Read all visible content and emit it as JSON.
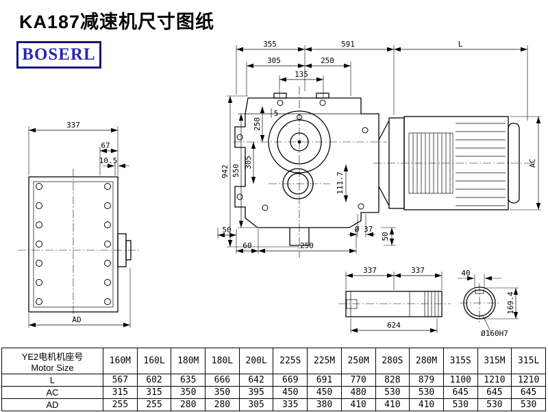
{
  "title": "KA187减速机尺寸图纸",
  "logo": "BOSERL",
  "drawing": {
    "dims": {
      "top_355": "355",
      "top_591": "591",
      "top_l": "L",
      "top_305": "305",
      "top_250": "250",
      "top_135": "135",
      "left_942": "942",
      "left_550": "550",
      "left_250": "250",
      "left_5": "5",
      "left_305": "305",
      "mid_111_7": "111.7",
      "bot_50_left": "50",
      "bot_60": "60",
      "bot_250": "250",
      "bot_dia37": "Ø 37",
      "bot_50_right": "50",
      "motor_ac": "AC",
      "front_337": "337",
      "front_67": "67",
      "front_10_5": "10.5",
      "front_ad": "AD",
      "shaft_337_a": "337",
      "shaft_337_b": "337",
      "shaft_624": "624",
      "end_40": "40",
      "end_169_4": "169.4",
      "end_dia160": "Ø160H7"
    }
  },
  "table": {
    "header": {
      "line1": "YE2电机机座号",
      "line2": "Motor Size"
    },
    "sizes": [
      "160M",
      "160L",
      "180M",
      "180L",
      "200L",
      "225S",
      "225M",
      "250M",
      "280S",
      "280M",
      "315S",
      "315M",
      "315L"
    ],
    "rows": [
      {
        "label": "L",
        "values": [
          "567",
          "602",
          "635",
          "666",
          "642",
          "669",
          "691",
          "770",
          "828",
          "879",
          "1100",
          "1210",
          "1210"
        ]
      },
      {
        "label": "AC",
        "values": [
          "315",
          "315",
          "350",
          "350",
          "395",
          "450",
          "450",
          "480",
          "530",
          "530",
          "645",
          "645",
          "645"
        ]
      },
      {
        "label": "AD",
        "values": [
          "255",
          "255",
          "280",
          "280",
          "305",
          "335",
          "380",
          "410",
          "410",
          "410",
          "530",
          "530",
          "530"
        ]
      }
    ]
  }
}
